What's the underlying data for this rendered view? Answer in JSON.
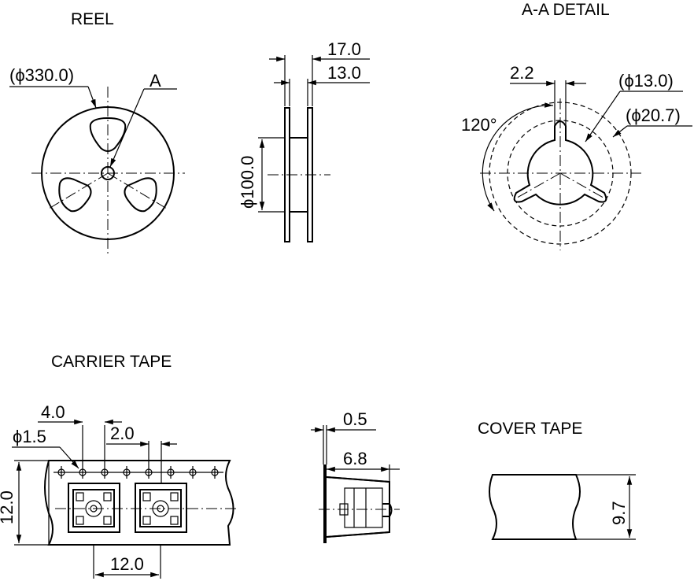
{
  "titles": {
    "reel": "REEL",
    "aa_detail": "A-A  DETAIL",
    "carrier_tape": "CARRIER TAPE",
    "cover_tape": "COVER TAPE"
  },
  "reel": {
    "outer_diameter": "(ϕ330.0)",
    "section_marker": "A"
  },
  "reel_side": {
    "overall_width": "17.0",
    "inner_width": "13.0",
    "hub_diameter": "ϕ100.0"
  },
  "aa_detail": {
    "slot_width": "2.2",
    "bore_diameter": "(ϕ13.0)",
    "hub_diameter": "(ϕ20.7)",
    "angle": "120°"
  },
  "carrier_tape": {
    "hole_pitch": "4.0",
    "hole_diameter": "ϕ1.5",
    "half_pitch": "2.0",
    "tape_width": "12.0",
    "pocket_pitch": "12.0"
  },
  "carrier_section": {
    "thickness": "0.5",
    "depth": "6.8"
  },
  "cover_tape": {
    "width": "9.7"
  }
}
